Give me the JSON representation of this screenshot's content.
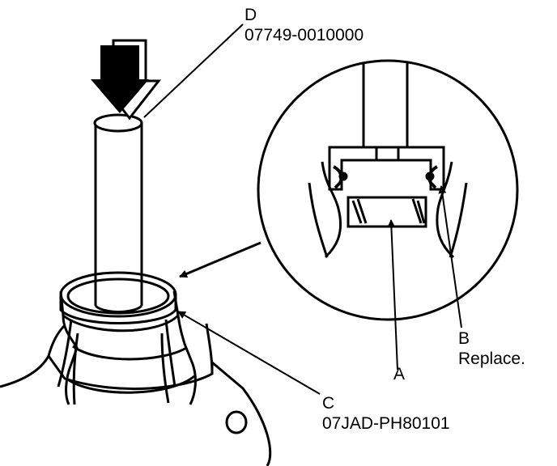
{
  "callouts": {
    "d": {
      "letter": "D",
      "text": "07749-0010000"
    },
    "b": {
      "letter": "B",
      "text": "Replace."
    },
    "a": {
      "letter": "A"
    },
    "c": {
      "letter": "C",
      "text": "07JAD-PH80101"
    }
  },
  "colors": {
    "ink": "#000000",
    "paper": "#ffffff"
  }
}
